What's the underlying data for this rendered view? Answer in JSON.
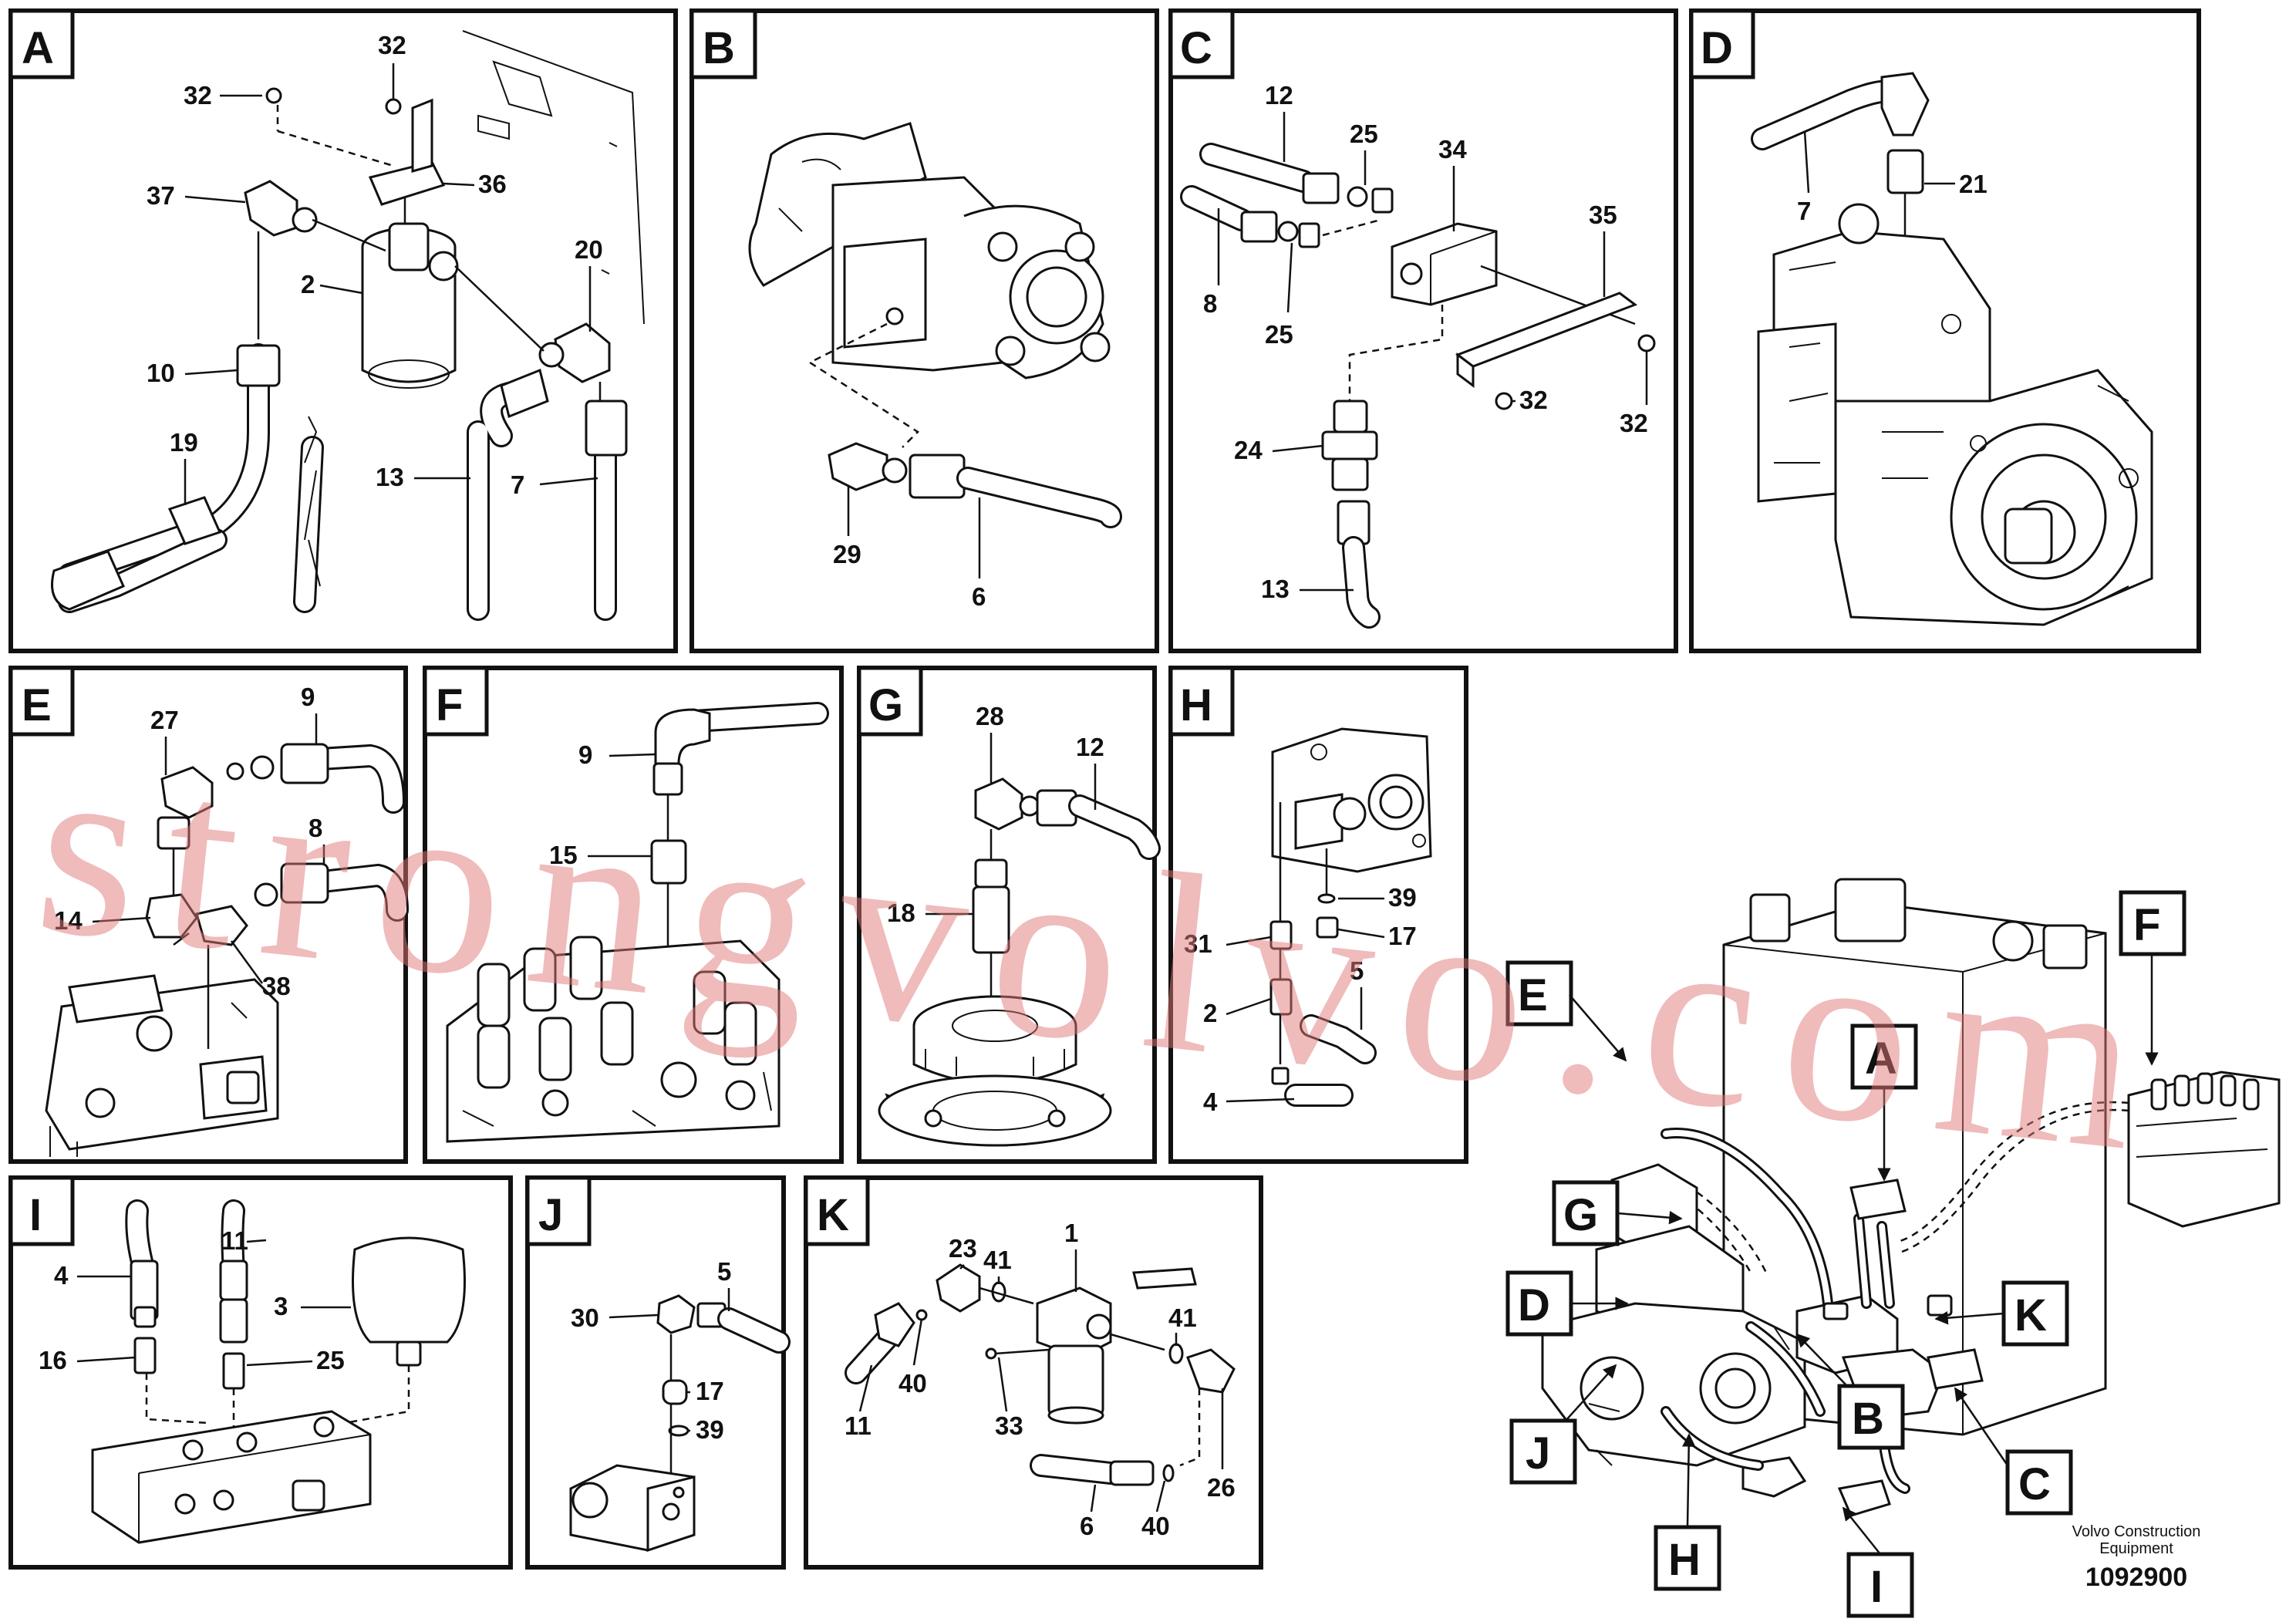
{
  "watermark": "strongvolvo.com",
  "footer": {
    "line1": "Volvo Construction",
    "line2": "Equipment",
    "document_number": "1092900"
  },
  "panels": [
    {
      "id": "A",
      "letter": "A",
      "parts": [
        "32",
        "32",
        "37",
        "36",
        "20",
        "2",
        "10",
        "19",
        "13",
        "7"
      ]
    },
    {
      "id": "B",
      "letter": "B",
      "parts": [
        "29",
        "6"
      ]
    },
    {
      "id": "C",
      "letter": "C",
      "parts": [
        "12",
        "25",
        "34",
        "35",
        "8",
        "25",
        "32",
        "32",
        "24",
        "13"
      ]
    },
    {
      "id": "D",
      "letter": "D",
      "parts": [
        "7",
        "21"
      ]
    },
    {
      "id": "E",
      "letter": "E",
      "parts": [
        "9",
        "27",
        "8",
        "14",
        "38"
      ]
    },
    {
      "id": "F",
      "letter": "F",
      "parts": [
        "9",
        "15"
      ]
    },
    {
      "id": "G",
      "letter": "G",
      "parts": [
        "28",
        "12",
        "18"
      ]
    },
    {
      "id": "H",
      "letter": "H",
      "parts": [
        "39",
        "31",
        "17",
        "5",
        "2",
        "4"
      ]
    },
    {
      "id": "I",
      "letter": "I",
      "parts": [
        "11",
        "4",
        "3",
        "16",
        "25"
      ]
    },
    {
      "id": "J",
      "letter": "J",
      "parts": [
        "5",
        "30",
        "17",
        "39"
      ]
    },
    {
      "id": "K",
      "letter": "K",
      "parts": [
        "23",
        "41",
        "1",
        "41",
        "11",
        "40",
        "33",
        "26",
        "6",
        "40"
      ]
    }
  ],
  "overview_callouts": [
    "E",
    "F",
    "A",
    "G",
    "D",
    "K",
    "B",
    "C",
    "J",
    "H",
    "I"
  ]
}
